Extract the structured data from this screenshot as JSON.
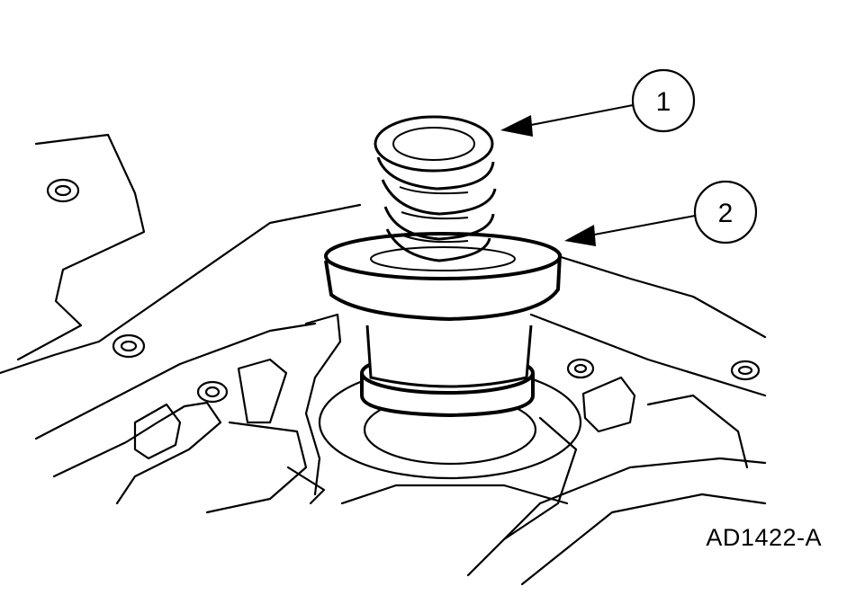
{
  "callouts": [
    {
      "number": "1"
    },
    {
      "number": "2"
    }
  ],
  "figure_id": "AD1422-A",
  "colors": {
    "line": "#000000",
    "background": "#ffffff",
    "shade": "#e8e8e8"
  }
}
